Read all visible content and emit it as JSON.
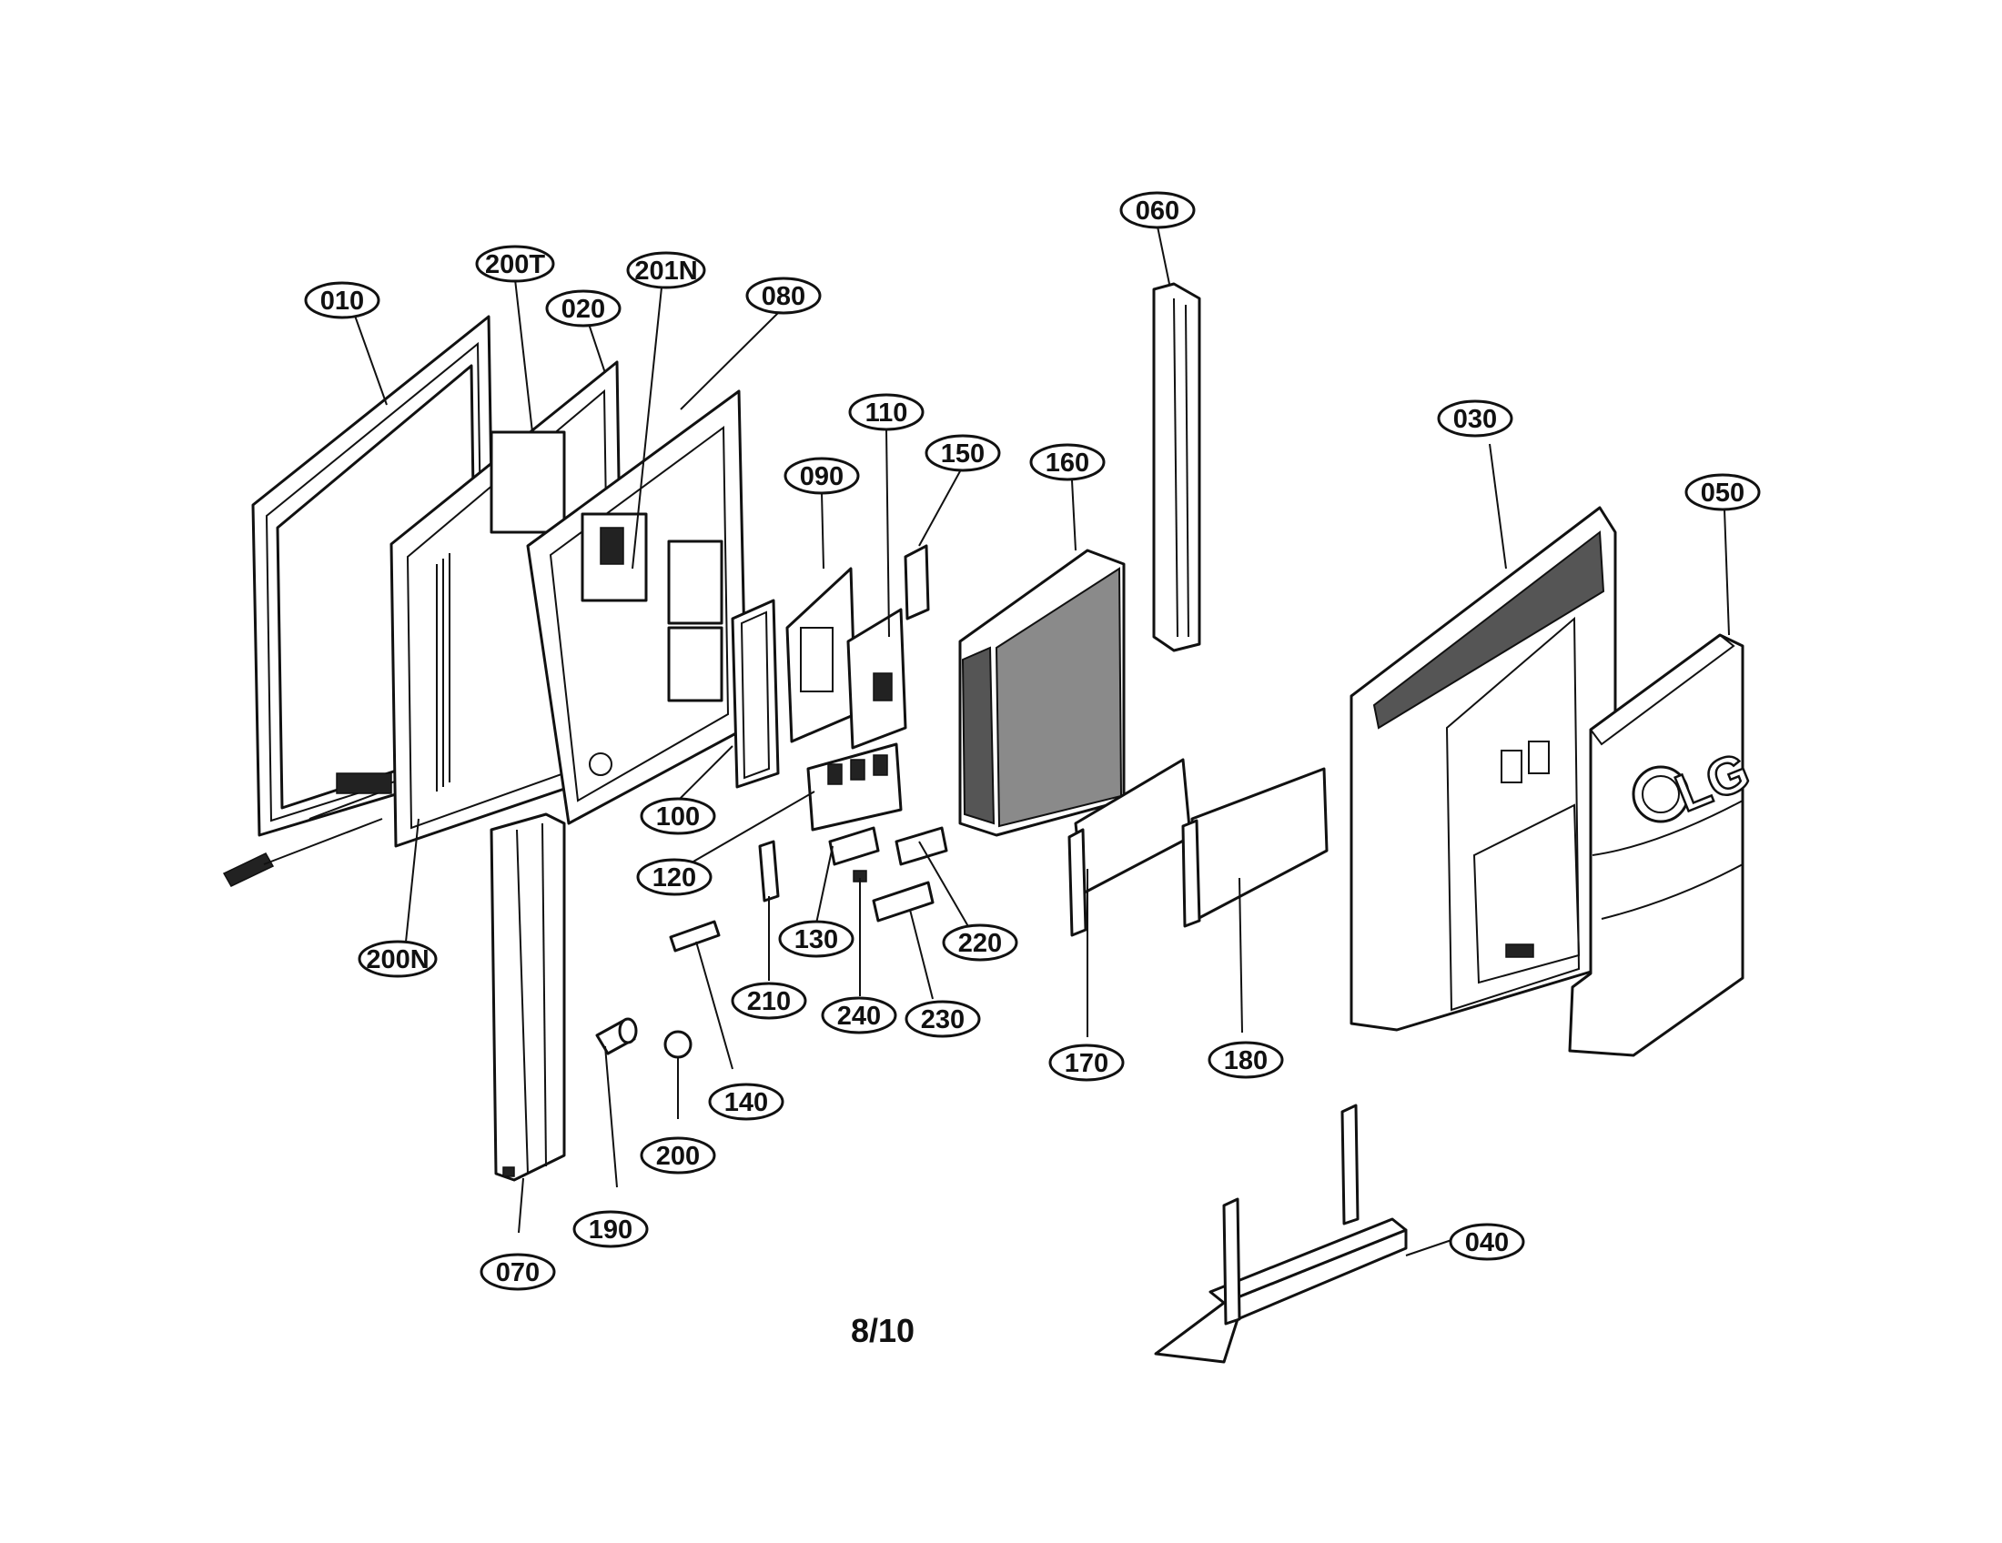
{
  "diagram": {
    "callouts": [
      {
        "id": "c010",
        "label": "010"
      },
      {
        "id": "c200T",
        "label": "200T"
      },
      {
        "id": "c020",
        "label": "020"
      },
      {
        "id": "c201N",
        "label": "201N"
      },
      {
        "id": "c080",
        "label": "080"
      },
      {
        "id": "c060",
        "label": "060"
      },
      {
        "id": "c110",
        "label": "110"
      },
      {
        "id": "c150",
        "label": "150"
      },
      {
        "id": "c090",
        "label": "090"
      },
      {
        "id": "c160",
        "label": "160"
      },
      {
        "id": "c030",
        "label": "030"
      },
      {
        "id": "c050",
        "label": "050"
      },
      {
        "id": "c100",
        "label": "100"
      },
      {
        "id": "c120",
        "label": "120"
      },
      {
        "id": "c130",
        "label": "130"
      },
      {
        "id": "c220",
        "label": "220"
      },
      {
        "id": "c200N",
        "label": "200N"
      },
      {
        "id": "c210",
        "label": "210"
      },
      {
        "id": "c240",
        "label": "240"
      },
      {
        "id": "c230",
        "label": "230"
      },
      {
        "id": "c170",
        "label": "170"
      },
      {
        "id": "c180",
        "label": "180"
      },
      {
        "id": "c140",
        "label": "140"
      },
      {
        "id": "c200",
        "label": "200"
      },
      {
        "id": "c190",
        "label": "190"
      },
      {
        "id": "c070",
        "label": "070"
      },
      {
        "id": "c040",
        "label": "040"
      }
    ],
    "logo_text": "LG",
    "page_number": "8/10"
  }
}
